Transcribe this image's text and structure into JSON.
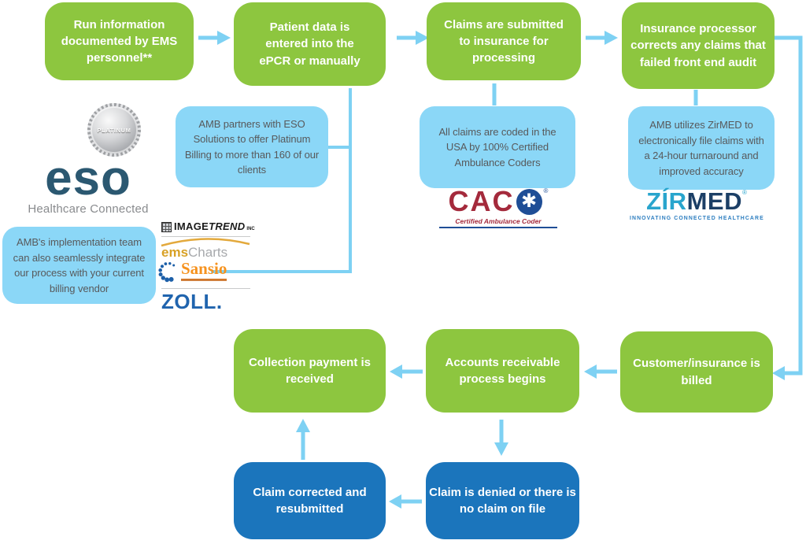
{
  "colors": {
    "green": "#8dc63f",
    "dark_blue": "#1b75bc",
    "light_blue": "#8bd7f7",
    "arrow_blue": "#7ed1f3",
    "text_gray": "#58595b"
  },
  "flow_boxes": {
    "run_info": "Run information documented by EMS personnel**",
    "patient_data": "Patient data is entered into the ePCR or manually",
    "claims_submitted": "Claims are submitted to insurance for processing",
    "insurance_processor": "Insurance processor corrects any claims that failed front end audit",
    "collection_payment": "Collection payment is received",
    "accounts_receivable": "Accounts receivable process begins",
    "customer_billed": "Customer/insurance is billed",
    "claim_corrected": "Claim corrected and resubmitted",
    "claim_denied": "Claim is denied or there is no claim on file"
  },
  "callouts": {
    "eso_partner": "AMB partners with ESO Solutions to offer Platinum Billing to more than 160 of our clients",
    "coders": "All claims are coded in the USA by 100% Certified Ambulance Coders",
    "zirmed_note": "AMB utilizes ZirMED to electronically file claims with a 24-hour turnaround and improved accuracy",
    "integration": "AMB's implementation team can also seamlessly integrate our process with your current billing vendor"
  },
  "logos": {
    "platinum_badge": "PLATINUM",
    "eso": {
      "name": "eso",
      "tagline": "Healthcare Connected"
    },
    "imagetrend": {
      "part1": "IMAGE",
      "part2": "TREND",
      "suffix": "INC"
    },
    "emscharts": {
      "part1": "ems",
      "part2": "Charts"
    },
    "sansio": {
      "name": "Sansio"
    },
    "zoll": {
      "name": "ZOLL."
    },
    "cac": {
      "name": "CAC",
      "star": "✱",
      "registered": "®",
      "tagline": "Certified Ambulance Coder"
    },
    "zirmed": {
      "part1": "ZÍR",
      "part2": "MED",
      "registered": "®",
      "tagline": "INNOVATING CONNECTED HEALTHCARE"
    }
  }
}
